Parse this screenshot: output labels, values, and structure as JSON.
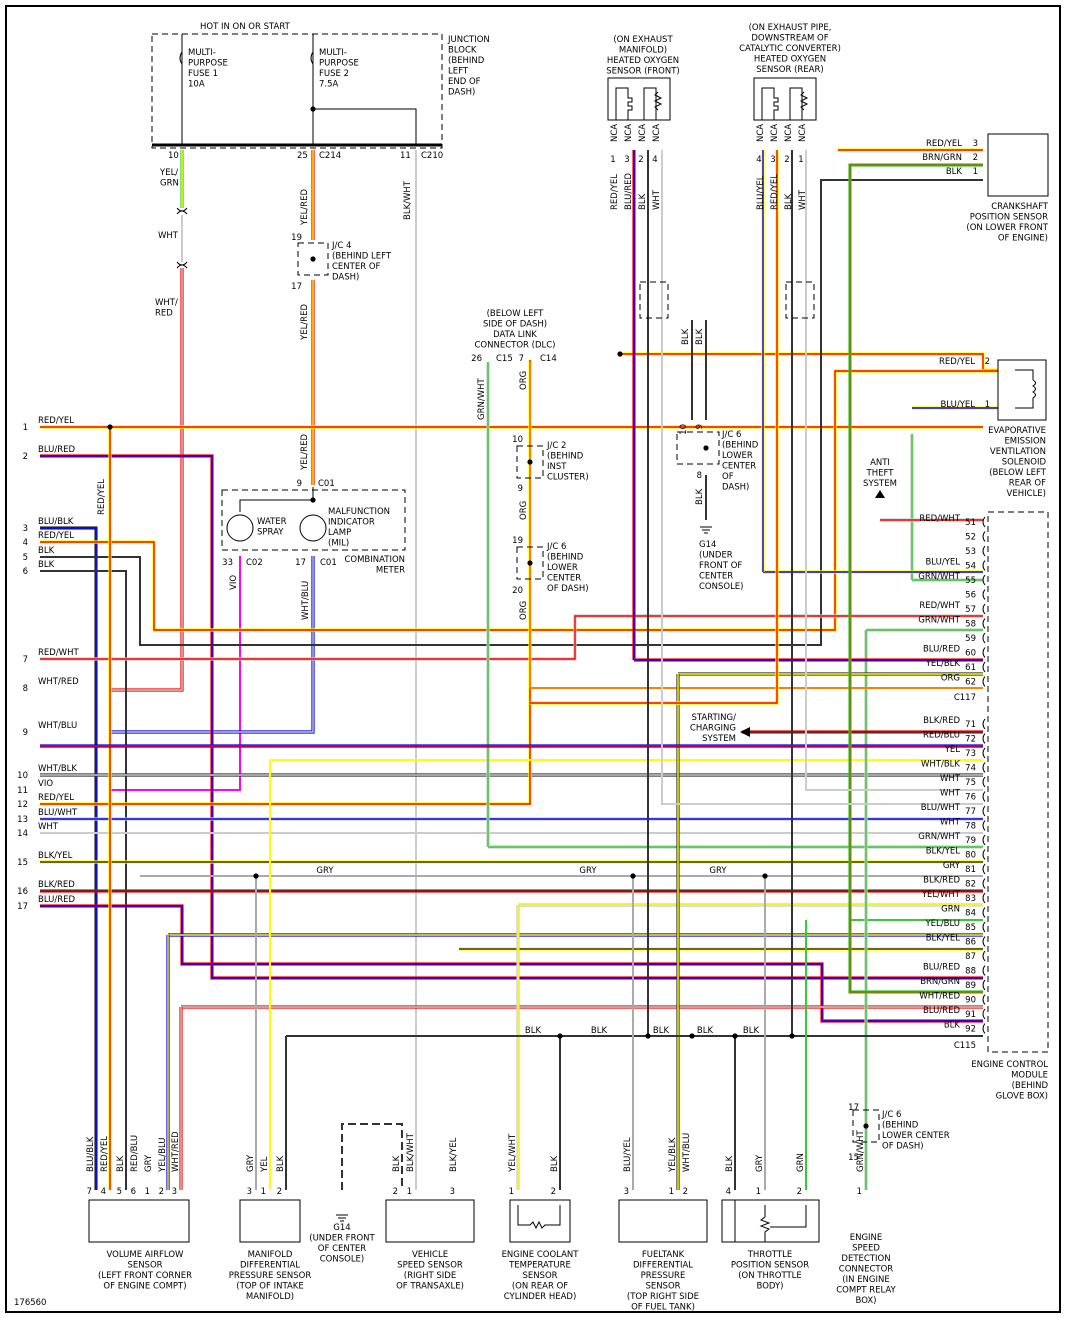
{
  "figure_id": "176560",
  "colors": {
    "RED": "#ff0000",
    "YEL": "#ffff00",
    "BLU": "#0000ff",
    "BLK": "#333333",
    "WHT": "#cccccc",
    "GRN": "#33cc33",
    "ORG": "#ff8000",
    "VIO": "#ff00ff",
    "GRY": "#aaaaaa",
    "BRN": "#996600"
  },
  "junction_block": {
    "header": "HOT IN ON OR START",
    "label": [
      "JUNCTION",
      "BLOCK",
      "(BEHIND",
      "LEFT",
      "END OF",
      "DASH)"
    ],
    "fuse1": [
      "MULTI-",
      "PURPOSE",
      "FUSE 1",
      "10A"
    ],
    "fuse2": [
      "MULTI-",
      "PURPOSE",
      "FUSE 2",
      "7.5A"
    ],
    "pins": [
      {
        "pin": "10",
        "conn": ""
      },
      {
        "pin": "25",
        "conn": "C214"
      },
      {
        "pin": "11",
        "conn": "C210"
      }
    ]
  },
  "jc4": {
    "label": [
      "J/C 4",
      "(BEHIND LEFT",
      "CENTER OF",
      "DASH)"
    ],
    "pin_in": "19",
    "pin_out": "17"
  },
  "jc2": {
    "label": [
      "J/C 2",
      "(BEHIND",
      "INST",
      "CLUSTER)"
    ],
    "pin_in": "10",
    "pin_out": "9"
  },
  "jc6_dlc": {
    "label": [
      "J/C 6",
      "(BEHIND",
      "LOWER",
      "CENTER",
      "OF DASH)"
    ],
    "pin_in": "19",
    "pin_out": "20"
  },
  "jc6_ground": {
    "label": [
      "J/C 6",
      "(BEHIND",
      "LOWER",
      "CENTER",
      "OF",
      "DASH)"
    ],
    "pins": [
      "10",
      "9"
    ],
    "pin_out": "8"
  },
  "jc6_esdc": {
    "label": [
      "J/C 6",
      "(BEHIND",
      "LOWER CENTER",
      "OF DASH)"
    ],
    "pin_in": "17",
    "pin_out": "15"
  },
  "dlc": {
    "label": [
      "(BELOW LEFT",
      "SIDE OF DASH)",
      "DATA LINK",
      "CONNECTOR (DLC)"
    ],
    "pin_a": "26",
    "conn_a": "C15",
    "pin_b": "7",
    "conn_b": "C14"
  },
  "o2_front": {
    "label": [
      "(ON EXHAUST",
      "MANIFOLD)",
      "HEATED OXYGEN",
      "SENSOR (FRONT)"
    ],
    "nca": "NCA",
    "pins": [
      "1",
      "3",
      "2",
      "4"
    ],
    "wires": [
      "RED/YEL",
      "BLU/RED",
      "BLK",
      "WHT"
    ]
  },
  "o2_rear": {
    "label": [
      "(ON EXHAUST PIPE,",
      "DOWNSTREAM OF",
      "CATALYTIC CONVERTER)",
      "HEATED OXYGEN",
      "SENSOR (REAR)"
    ],
    "nca": "NCA",
    "pins": [
      "4",
      "3",
      "2",
      "1"
    ],
    "wires": [
      "BLU/YEL",
      "RED/YEL",
      "BLK",
      "WHT"
    ]
  },
  "crankshaft": {
    "label": [
      "CRANKSHAFT",
      "POSITION SENSOR",
      "(ON LOWER FRONT",
      "OF ENGINE)"
    ],
    "pins": [
      {
        "wire": "RED/YEL",
        "pin": "3"
      },
      {
        "wire": "BRN/GRN",
        "pin": "2"
      },
      {
        "wire": "BLK",
        "pin": "1"
      }
    ]
  },
  "evap": {
    "label": [
      "EVAPORATIVE",
      "EMISSION",
      "VENTILATION",
      "SOLENOID",
      "(BELOW LEFT",
      "REAR OF",
      "VEHICLE)"
    ],
    "pins": [
      {
        "wire": "RED/YEL",
        "pin": "2"
      },
      {
        "wire": "BLU/YEL",
        "pin": "1"
      }
    ]
  },
  "anti_theft": [
    "ANTI",
    "THEFT",
    "SYSTEM"
  ],
  "starting_charging": [
    "STARTING/",
    "CHARGING",
    "SYSTEM"
  ],
  "combination_meter": {
    "label": [
      "COMBINATION",
      "METER"
    ],
    "water_spray": [
      "WATER",
      "SPRAY"
    ],
    "mil": [
      "MALFUNCTION",
      "INDICATOR",
      "LAMP",
      "(MIL)"
    ],
    "pin_in": "9",
    "conn_in": "C01",
    "pin_ws": "33",
    "conn_ws": "C02",
    "pin_mil": "17",
    "conn_mil": "C01",
    "wire_ws": "VIO",
    "wire_mil": "WHT/BLU",
    "wire_in": "YEL/RED"
  },
  "ground_g14_top": [
    "G14",
    "(UNDER",
    "FRONT OF",
    "CENTER",
    "CONSOLE)"
  ],
  "ground_g14_bottom": [
    "G14",
    "(UNDER FRONT",
    "OF CENTER",
    "CONSOLE)"
  ],
  "left_continuations": [
    {
      "num": "1",
      "wire": "RED/YEL"
    },
    {
      "num": "2",
      "wire": "BLU/RED"
    },
    {
      "num": "3",
      "wire": "BLU/BLK"
    },
    {
      "num": "4",
      "wire": "RED/YEL"
    },
    {
      "num": "5",
      "wire": "BLK"
    },
    {
      "num": "6",
      "wire": "BLK"
    },
    {
      "num": "7",
      "wire": "RED/WHT"
    },
    {
      "num": "8",
      "wire": "WHT/RED"
    },
    {
      "num": "9",
      "wire": "WHT/BLU"
    },
    {
      "num": "10",
      "wire": "WHT/BLK"
    },
    {
      "num": "11",
      "wire": "VIO"
    },
    {
      "num": "12",
      "wire": "RED/YEL"
    },
    {
      "num": "13",
      "wire": "BLU/WHT"
    },
    {
      "num": "14",
      "wire": "WHT"
    },
    {
      "num": "15",
      "wire": "BLK/YEL"
    },
    {
      "num": "16",
      "wire": "BLK/RED"
    },
    {
      "num": "17",
      "wire": "BLU/RED"
    }
  ],
  "ecm": {
    "label": [
      "ENGINE CONTROL",
      "MODULE",
      "(BEHIND",
      "GLOVE BOX)"
    ],
    "connectors": [
      "C117",
      "C115"
    ],
    "pins": [
      {
        "pin": "51",
        "wire": "RED/WHT"
      },
      {
        "pin": "52",
        "wire": ""
      },
      {
        "pin": "53",
        "wire": ""
      },
      {
        "pin": "54",
        "wire": "BLU/YEL"
      },
      {
        "pin": "55",
        "wire": "GRN/WHT"
      },
      {
        "pin": "56",
        "wire": ""
      },
      {
        "pin": "57",
        "wire": "RED/WHT"
      },
      {
        "pin": "58",
        "wire": "GRN/WHT"
      },
      {
        "pin": "59",
        "wire": ""
      },
      {
        "pin": "60",
        "wire": "BLU/RED"
      },
      {
        "pin": "61",
        "wire": "YEL/BLK"
      },
      {
        "pin": "62",
        "wire": "ORG"
      },
      {
        "pin": "71",
        "wire": "BLK/RED"
      },
      {
        "pin": "72",
        "wire": "RED/BLU"
      },
      {
        "pin": "73",
        "wire": "YEL"
      },
      {
        "pin": "74",
        "wire": "WHT/BLK"
      },
      {
        "pin": "75",
        "wire": "WHT"
      },
      {
        "pin": "76",
        "wire": "WHT"
      },
      {
        "pin": "77",
        "wire": "BLU/WHT"
      },
      {
        "pin": "78",
        "wire": "WHT"
      },
      {
        "pin": "79",
        "wire": "GRN/WHT"
      },
      {
        "pin": "80",
        "wire": "BLK/YEL"
      },
      {
        "pin": "81",
        "wire": "GRY"
      },
      {
        "pin": "82",
        "wire": "BLK/RED"
      },
      {
        "pin": "83",
        "wire": "YEL/WHT"
      },
      {
        "pin": "84",
        "wire": "GRN"
      },
      {
        "pin": "85",
        "wire": "YEL/BLU"
      },
      {
        "pin": "86",
        "wire": "BLK/YEL"
      },
      {
        "pin": "87",
        "wire": ""
      },
      {
        "pin": "88",
        "wire": "BLU/RED"
      },
      {
        "pin": "89",
        "wire": "BRN/GRN"
      },
      {
        "pin": "90",
        "wire": "WHT/RED"
      },
      {
        "pin": "91",
        "wire": "BLU/RED"
      },
      {
        "pin": "92",
        "wire": "BLK"
      }
    ]
  },
  "bus_labels": {
    "gry": [
      "GRY",
      "GRY",
      "GRY"
    ],
    "blk": [
      "BLK",
      "BLK",
      "BLK",
      "BLK",
      "BLK"
    ]
  },
  "bottom_components": [
    {
      "id": "vaf",
      "label": [
        "VOLUME AIRFLOW",
        "SENSOR",
        "(LEFT FRONT CORNER",
        "OF ENGINE COMPT)"
      ],
      "pins": [
        {
          "pin": "7",
          "wire": "BLU/BLK"
        },
        {
          "pin": "4",
          "wire": "RED/YEL"
        },
        {
          "pin": "5",
          "wire": "BLK"
        },
        {
          "pin": "6",
          "wire": "RED/BLU"
        },
        {
          "pin": "1",
          "wire": "GRY"
        },
        {
          "pin": "2",
          "wire": "YEL/BLU"
        },
        {
          "pin": "3",
          "wire": "WHT/RED"
        }
      ]
    },
    {
      "id": "mdp",
      "label": [
        "MANIFOLD",
        "DIFFERENTIAL",
        "PRESSURE SENSOR",
        "(TOP OF INTAKE",
        "MANIFOLD)"
      ],
      "pins": [
        {
          "pin": "3",
          "wire": "GRY"
        },
        {
          "pin": "1",
          "wire": "YEL"
        },
        {
          "pin": "2",
          "wire": "BLK"
        }
      ]
    },
    {
      "id": "vss",
      "label": [
        "VEHICLE",
        "SPEED SENSOR",
        "(RIGHT SIDE",
        "OF TRANSAXLE)"
      ],
      "pins": [
        {
          "pin": "2",
          "wire": "BLK"
        },
        {
          "pin": "1",
          "wire": "BLK/WHT"
        },
        {
          "pin": "3",
          "wire": "BLK/YEL"
        }
      ]
    },
    {
      "id": "ect",
      "label": [
        "ENGINE COOLANT",
        "TEMPERATURE",
        "SENSOR",
        "(ON REAR OF",
        "CYLINDER HEAD)"
      ],
      "pins": [
        {
          "pin": "1",
          "wire": "YEL/WHT"
        },
        {
          "pin": "2",
          "wire": "BLK"
        }
      ]
    },
    {
      "id": "ftdp",
      "label": [
        "FUELTANK",
        "DIFFERENTIAL",
        "PRESSURE",
        "SENSOR",
        "(TOP RIGHT SIDE",
        "OF FUEL TANK)"
      ],
      "pins": [
        {
          "pin": "3",
          "wire": "BLU/YEL"
        },
        {
          "pin": "1",
          "wire": "YEL/BLK"
        },
        {
          "pin": "2",
          "wire": "WHT/BLU"
        }
      ]
    },
    {
      "id": "tps",
      "label": [
        "THROTTLE",
        "POSITION SENSOR",
        "(ON THROTTLE",
        "BODY)"
      ],
      "pins": [
        {
          "pin": "4",
          "wire": "BLK"
        },
        {
          "pin": "1",
          "wire": "GRY"
        },
        {
          "pin": "2",
          "wire": "GRN"
        }
      ]
    },
    {
      "id": "esdc",
      "label": [
        "ENGINE",
        "SPEED",
        "DETECTION",
        "CONNECTOR",
        "(IN ENGINE",
        "COMPT RELAY",
        "BOX)"
      ],
      "pins": [
        {
          "pin": "1",
          "wire": "GRN/WHT"
        }
      ]
    }
  ],
  "inline_wire_labels": {
    "yel_grn": [
      "YEL/",
      "GRN"
    ],
    "wht": "WHT",
    "wht_red": [
      "WHT/",
      "RED"
    ],
    "yel_red": "YEL/RED",
    "blk_wht": "BLK/WHT",
    "red_yel": "RED/YEL",
    "grn_wht": "GRN/WHT",
    "org": "ORG",
    "blk": "BLK",
    "gry": "GRY",
    "blu_yel": "BLU/YEL",
    "blk_yel": "BLK/YEL"
  }
}
